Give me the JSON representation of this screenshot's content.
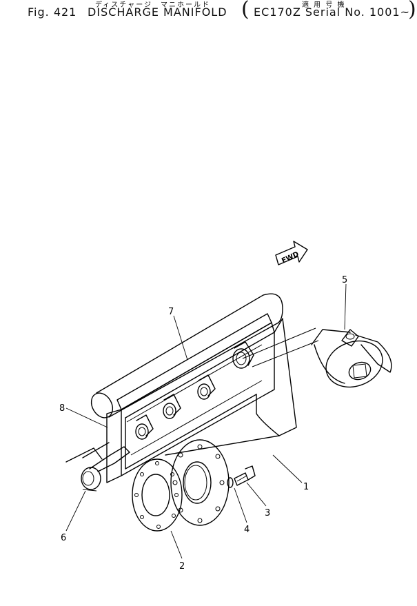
{
  "header": {
    "figure_number": "Fig. 421",
    "title_en": "DISCHARGE MANIFOLD",
    "title_kana": "ディスチャージ　マニホールド",
    "applicability_kana": "適 用 号 機",
    "applicability": "EC170Z Serial No. 1001~",
    "open_paren": "(",
    "close_paren": ")"
  },
  "direction_marker": {
    "label": "FWD"
  },
  "callouts": [
    "1",
    "2",
    "3",
    "4",
    "5",
    "6",
    "7",
    "8"
  ]
}
